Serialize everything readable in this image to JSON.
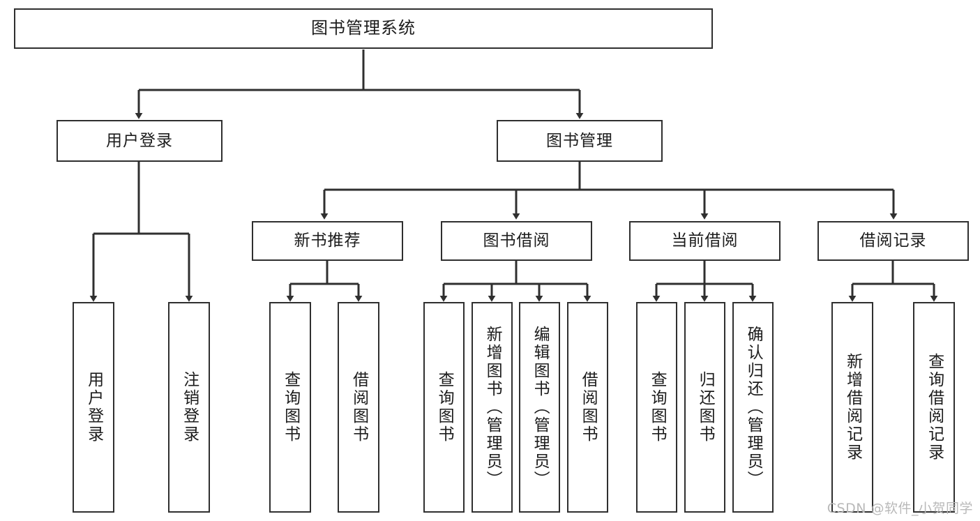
{
  "diagram": {
    "title": "图书管理系统",
    "type": "tree-hierarchy-diagram",
    "colors": {
      "box_border": "#2f2f2f",
      "box_fill": "#ffffff",
      "edge": "#2f2f2f",
      "text": "#1c1c1c",
      "watermark": "#b9b9b9"
    }
  },
  "root": {
    "label": "图书管理系统"
  },
  "level2": [
    {
      "label": "用户登录"
    },
    {
      "label": "图书管理"
    }
  ],
  "level3": [
    {
      "label": "新书推荐"
    },
    {
      "label": "图书借阅"
    },
    {
      "label": "当前借阅"
    },
    {
      "label": "借阅记录"
    }
  ],
  "leaves": {
    "user_login": [
      {
        "label": "用户登录"
      },
      {
        "label": "注销登录"
      }
    ],
    "new_book_recommend": [
      {
        "label": "查询图书"
      },
      {
        "label": "借阅图书"
      }
    ],
    "book_borrow": [
      {
        "label": "查询图书"
      },
      {
        "label": "新增图书（管理员）"
      },
      {
        "label": "编辑图书（管理员）"
      },
      {
        "label": "借阅图书"
      }
    ],
    "current_borrow": [
      {
        "label": "查询图书"
      },
      {
        "label": "归还图书"
      },
      {
        "label": "确认归还（管理员）"
      }
    ],
    "borrow_record": [
      {
        "label": "新增借阅记录"
      },
      {
        "label": "查询借阅记录"
      }
    ]
  },
  "watermark": {
    "text": "CSDN @软件_小贺同学"
  }
}
